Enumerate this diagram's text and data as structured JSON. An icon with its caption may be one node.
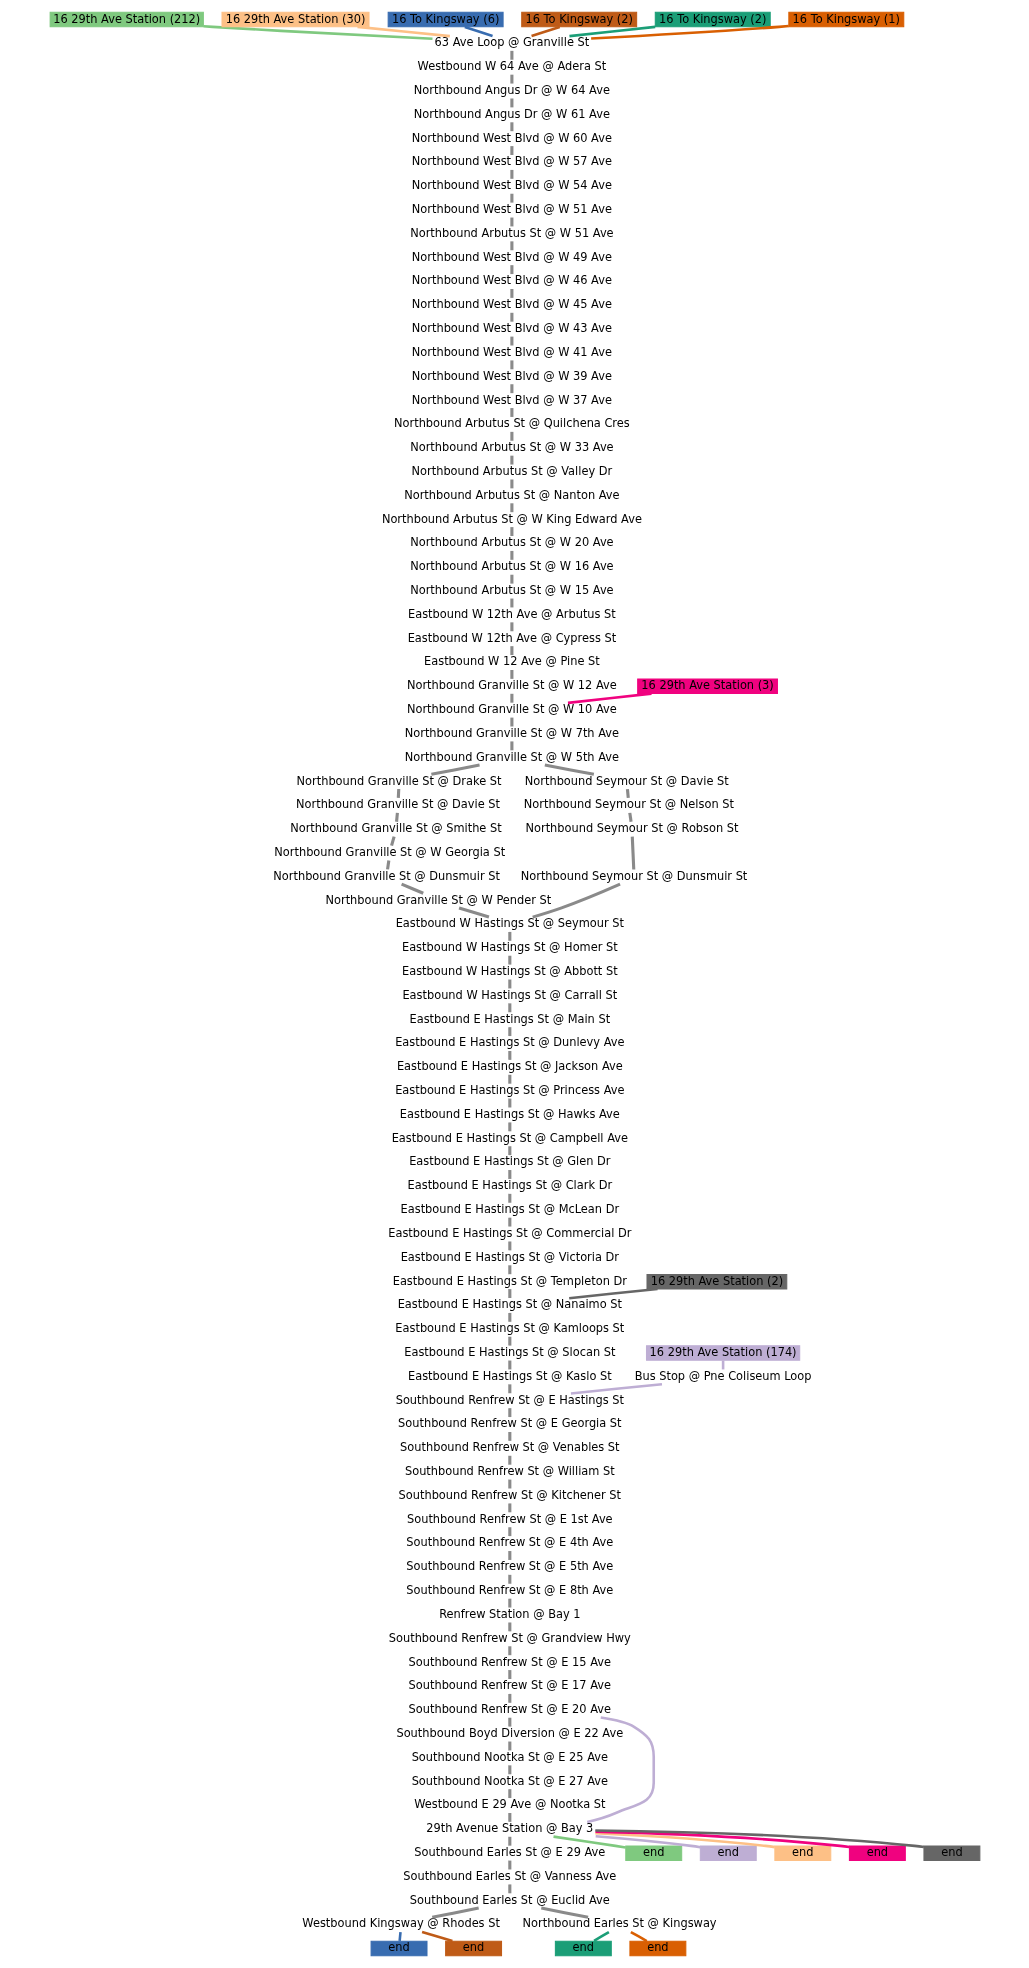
{
  "diagram": {
    "nodes": [
      {
        "text": [
          "16 29th Ave Station (212)"
        ]
      },
      {
        "text": [
          "16 29th Ave Station (30)"
        ]
      },
      {
        "text": [
          "16 To Kingsway (6)"
        ]
      },
      {
        "text": [
          "16 To Kingsway (2)"
        ]
      },
      {
        "text": [
          "16 To Kingsway (2)"
        ]
      },
      {
        "text": [
          "16 To Kingsway (1)"
        ]
      },
      {
        "text": [
          "63 Ave Loop @ Granville St"
        ]
      },
      {
        "text": [
          "Westbound W 64 Ave @ Adera St"
        ]
      },
      {
        "text": [
          "Northbound Angus Dr @ W 64 Ave"
        ]
      },
      {
        "text": [
          "Northbound Angus Dr @ W 61 Ave"
        ]
      },
      {
        "text": [
          "Northbound West Blvd @ W 60 Ave"
        ]
      },
      {
        "text": [
          "Northbound West Blvd @ W 57 Ave"
        ]
      },
      {
        "text": [
          "Northbound West Blvd @ W 54 Ave"
        ]
      },
      {
        "text": [
          "Northbound West Blvd @ W 51 Ave"
        ]
      },
      {
        "text": [
          "Northbound Arbutus St @ W 51 Ave"
        ]
      },
      {
        "text": [
          "Northbound West Blvd @ W 49 Ave"
        ]
      },
      {
        "text": [
          "Northbound West Blvd @ W 46 Ave"
        ]
      },
      {
        "text": [
          "Northbound West Blvd @ W 45 Ave"
        ]
      },
      {
        "text": [
          "Northbound West Blvd @ W 43 Ave"
        ]
      },
      {
        "text": [
          "Northbound West Blvd @ W 41 Ave"
        ]
      },
      {
        "text": [
          "Northbound West Blvd @ W 39 Ave"
        ]
      },
      {
        "text": [
          "Northbound West Blvd @ W 37 Ave"
        ]
      },
      {
        "text": [
          "Northbound Arbutus St @ Quilchena Cres"
        ]
      },
      {
        "text": [
          "Northbound Arbutus St @ W 33 Ave"
        ]
      },
      {
        "text": [
          "Northbound Arbutus St @ Valley Dr"
        ]
      },
      {
        "text": [
          "Northbound Arbutus St @ Nanton Ave"
        ]
      },
      {
        "text": [
          "Northbound Arbutus St @ W King Edward Ave"
        ]
      },
      {
        "text": [
          "Northbound Arbutus St @ W 20 Ave"
        ]
      },
      {
        "text": [
          "Northbound Arbutus St @ W 16 Ave"
        ]
      },
      {
        "text": [
          "Northbound Arbutus St @ W 15 Ave"
        ]
      },
      {
        "text": [
          "Eastbound W 12th Ave @ Arbutus St"
        ]
      },
      {
        "text": [
          "Eastbound W 12th Ave @ Cypress St"
        ]
      },
      {
        "text": [
          "Eastbound W 12 Ave @ Pine St"
        ]
      },
      {
        "text": [
          "Northbound Granville St @ W 12 Ave"
        ]
      },
      {
        "text": [
          "Northbound Granville St @ W 10 Ave"
        ]
      },
      {
        "text": [
          "Northbound Granville St @ W 7th Ave"
        ]
      },
      {
        "text": [
          "Northbound Granville St @ W 5th Ave"
        ]
      },
      {
        "text": [
          "Northbound Granville St @ Drake St"
        ]
      },
      {
        "text": [
          "Northbound Granville St @ Davie St"
        ]
      },
      {
        "text": [
          "Northbound Granville St @ Smithe St"
        ]
      },
      {
        "text": [
          "Northbound Granville St @ W Georgia St"
        ]
      },
      {
        "text": [
          "Northbound Granville St @ Dunsmuir St"
        ]
      },
      {
        "text": [
          "Northbound Granville St @ W Pender St"
        ]
      },
      {
        "text": [
          "Eastbound W Hastings St @ Seymour St"
        ]
      },
      {
        "text": [
          "Eastbound W Hastings St @ Homer St"
        ]
      },
      {
        "text": [
          "Eastbound W Hastings St @ Abbott St"
        ]
      },
      {
        "text": [
          "Eastbound W Hastings St @ Carrall St"
        ]
      },
      {
        "text": [
          "Eastbound E Hastings St @ Main St"
        ]
      },
      {
        "text": [
          "Eastbound E Hastings St @ Dunlevy Ave"
        ]
      },
      {
        "text": [
          "Eastbound E Hastings St @ Jackson Ave"
        ]
      },
      {
        "text": [
          "Eastbound E Hastings St @ Princess Ave"
        ]
      },
      {
        "text": [
          "Eastbound E Hastings St @ Hawks Ave"
        ]
      },
      {
        "text": [
          "Eastbound E Hastings St @ Campbell Ave"
        ]
      },
      {
        "text": [
          "Eastbound E Hastings St @ Glen Dr"
        ]
      },
      {
        "text": [
          "Eastbound E Hastings St @ Clark Dr"
        ]
      },
      {
        "text": [
          "Eastbound E Hastings St @ McLean Dr"
        ]
      },
      {
        "text": [
          "Eastbound E Hastings St @ Commercial Dr"
        ]
      },
      {
        "text": [
          "Eastbound E Hastings St @ Victoria Dr"
        ]
      },
      {
        "text": [
          "Eastbound E Hastings St @ Templeton Dr"
        ]
      },
      {
        "text": [
          "Eastbound E Hastings St @ Nanaimo St"
        ]
      },
      {
        "text": [
          "Eastbound E Hastings St @ Kamloops St"
        ]
      },
      {
        "text": [
          "Eastbound E Hastings St @ Slocan St"
        ]
      },
      {
        "text": [
          "Eastbound E Hastings St @ Kaslo St"
        ]
      },
      {
        "text": [
          "Southbound Renfrew St @ E Hastings St"
        ]
      },
      {
        "text": [
          "Southbound Renfrew St @ E Georgia St"
        ]
      },
      {
        "text": [
          "Southbound Renfrew St @ Venables St"
        ]
      },
      {
        "text": [
          "Southbound Renfrew St @ William St"
        ]
      },
      {
        "text": [
          "Southbound Renfrew St @ Kitchener St"
        ]
      },
      {
        "text": [
          "Southbound Renfrew St @ E 1st Ave"
        ]
      },
      {
        "text": [
          "Southbound Renfrew St @ E 4th Ave"
        ]
      },
      {
        "text": [
          "Southbound Renfrew St @ E 5th Ave"
        ]
      },
      {
        "text": [
          "Southbound Renfrew St @ E 8th Ave"
        ]
      },
      {
        "text": [
          "Renfrew Station @ Bay 1"
        ]
      },
      {
        "text": [
          "Southbound Renfrew St @ Grandview Hwy"
        ]
      },
      {
        "text": [
          "Southbound Renfrew St @ E 15 Ave"
        ]
      },
      {
        "text": [
          "Southbound Renfrew St @ E 17 Ave"
        ]
      },
      {
        "text": [
          "Southbound Renfrew St @ E 20 Ave"
        ]
      },
      {
        "text": [
          "Southbound Boyd Diversion @ E 22 Ave"
        ]
      },
      {
        "text": [
          "Southbound Nootka St @ E 25 Ave"
        ]
      },
      {
        "text": [
          "Southbound Nootka St @ E 27 Ave"
        ]
      },
      {
        "text": [
          "Westbound E 29 Ave @ Nootka St"
        ]
      },
      {
        "text": [
          "29th Avenue Station @ Bay 3"
        ]
      },
      {
        "text": [
          "Southbound Earles St @ E 29 Ave"
        ]
      },
      {
        "text": [
          "Southbound Earles St @ Vanness Ave"
        ]
      },
      {
        "text": [
          "Southbound Earles St @ Euclid Ave"
        ]
      },
      {
        "text": [
          "Westbound Kingsway @ Rhodes St"
        ]
      },
      {
        "text": [
          "Northbound Seymour St @ Davie St"
        ]
      },
      {
        "text": [
          "Northbound Seymour St @ Nelson St"
        ]
      },
      {
        "text": [
          "Northbound Seymour St @ Robson St"
        ]
      },
      {
        "text": [
          "Northbound Seymour St @ Dunsmuir St"
        ]
      },
      {
        "text": [
          "16 29th Ave Station (3)"
        ]
      },
      {
        "text": [
          "16 29th Ave Station (2)"
        ]
      },
      {
        "text": [
          "16 29th Ave Station (174)"
        ]
      },
      {
        "text": [
          "Bus Stop @ Pne Coliseum Loop"
        ]
      },
      {
        "text": [
          "Northbound Earles St @ Kingsway"
        ]
      },
      {
        "text": [
          "end"
        ]
      },
      {
        "text": [
          "end"
        ]
      },
      {
        "text": [
          "end"
        ]
      },
      {
        "text": [
          "end"
        ]
      },
      {
        "text": [
          "end"
        ]
      },
      {
        "text": [
          "end"
        ]
      },
      {
        "text": [
          "end"
        ]
      },
      {
        "text": [
          "end"
        ]
      },
      {
        "text": [
          "end"
        ]
      }
    ],
    "edges": [
      {
        "from": 0,
        "to": 6,
        "arrow": "none",
        "color": "#7fc97f"
      },
      {
        "from": 1,
        "to": 6,
        "arrow": "none",
        "color": "#fdc086"
      },
      {
        "from": 2,
        "to": 6,
        "arrow": "none",
        "color": "#386cb0"
      },
      {
        "from": 3,
        "to": 6,
        "arrow": "none",
        "color": "#bf5b17"
      },
      {
        "from": 4,
        "to": 6,
        "arrow": "none",
        "color": "#1b9e77"
      },
      {
        "from": 5,
        "to": 6,
        "arrow": "none",
        "color": "#d95f02"
      },
      {
        "from": 6,
        "to": 7,
        "arrow": "none"
      },
      {
        "from": 7,
        "to": 8,
        "arrow": "none"
      },
      {
        "from": 8,
        "to": 9,
        "arrow": "none"
      },
      {
        "from": 9,
        "to": 10,
        "arrow": "none"
      },
      {
        "from": 10,
        "to": 11,
        "arrow": "none"
      },
      {
        "from": 11,
        "to": 12,
        "arrow": "none"
      },
      {
        "from": 12,
        "to": 13,
        "arrow": "none"
      },
      {
        "from": 13,
        "to": 14,
        "arrow": "none"
      },
      {
        "from": 14,
        "to": 15,
        "arrow": "none"
      },
      {
        "from": 15,
        "to": 16,
        "arrow": "none"
      },
      {
        "from": 16,
        "to": 17,
        "arrow": "none"
      },
      {
        "from": 17,
        "to": 18,
        "arrow": "none"
      },
      {
        "from": 18,
        "to": 19,
        "arrow": "none"
      },
      {
        "from": 19,
        "to": 20,
        "arrow": "none"
      },
      {
        "from": 20,
        "to": 21,
        "arrow": "none"
      },
      {
        "from": 21,
        "to": 22,
        "arrow": "none"
      },
      {
        "from": 22,
        "to": 23,
        "arrow": "none"
      },
      {
        "from": 23,
        "to": 24,
        "arrow": "none"
      },
      {
        "from": 24,
        "to": 25,
        "arrow": "none"
      },
      {
        "from": 25,
        "to": 26,
        "arrow": "none"
      },
      {
        "from": 26,
        "to": 27,
        "arrow": "none"
      },
      {
        "from": 27,
        "to": 28,
        "arrow": "none"
      },
      {
        "from": 28,
        "to": 29,
        "arrow": "none"
      },
      {
        "from": 29,
        "to": 30,
        "arrow": "none"
      },
      {
        "from": 30,
        "to": 31,
        "arrow": "none"
      },
      {
        "from": 31,
        "to": 32,
        "arrow": "none"
      },
      {
        "from": 32,
        "to": 33,
        "arrow": "none"
      },
      {
        "from": 33,
        "to": 34,
        "arrow": "none"
      },
      {
        "from": 34,
        "to": 35,
        "arrow": "none"
      },
      {
        "from": 35,
        "to": 36,
        "arrow": "none"
      },
      {
        "from": 36,
        "to": 37,
        "arrow": "none"
      },
      {
        "from": 37,
        "to": 38,
        "arrow": "none"
      },
      {
        "from": 38,
        "to": 39,
        "arrow": "none"
      },
      {
        "from": 39,
        "to": 40,
        "arrow": "none"
      },
      {
        "from": 40,
        "to": 41,
        "arrow": "none"
      },
      {
        "from": 41,
        "to": 42,
        "arrow": "none"
      },
      {
        "from": 42,
        "to": 43,
        "arrow": "none"
      },
      {
        "from": 43,
        "to": 44,
        "arrow": "none"
      },
      {
        "from": 44,
        "to": 45,
        "arrow": "none"
      },
      {
        "from": 45,
        "to": 46,
        "arrow": "none"
      },
      {
        "from": 46,
        "to": 47,
        "arrow": "none"
      },
      {
        "from": 47,
        "to": 48,
        "arrow": "none"
      },
      {
        "from": 48,
        "to": 49,
        "arrow": "none"
      },
      {
        "from": 49,
        "to": 50,
        "arrow": "none"
      },
      {
        "from": 50,
        "to": 51,
        "arrow": "none"
      },
      {
        "from": 51,
        "to": 52,
        "arrow": "none"
      },
      {
        "from": 52,
        "to": 53,
        "arrow": "none"
      },
      {
        "from": 53,
        "to": 54,
        "arrow": "none"
      },
      {
        "from": 54,
        "to": 55,
        "arrow": "none"
      },
      {
        "from": 55,
        "to": 56,
        "arrow": "none"
      },
      {
        "from": 56,
        "to": 57,
        "arrow": "none"
      },
      {
        "from": 57,
        "to": 58,
        "arrow": "none"
      },
      {
        "from": 58,
        "to": 59,
        "arrow": "none"
      },
      {
        "from": 59,
        "to": 60,
        "arrow": "none"
      },
      {
        "from": 60,
        "to": 61,
        "arrow": "none"
      },
      {
        "from": 61,
        "to": 62,
        "arrow": "none"
      },
      {
        "from": 62,
        "to": 63,
        "arrow": "none"
      },
      {
        "from": 63,
        "to": 64,
        "arrow": "none"
      },
      {
        "from": 64,
        "to": 65,
        "arrow": "none"
      },
      {
        "from": 65,
        "to": 66,
        "arrow": "none"
      },
      {
        "from": 66,
        "to": 67,
        "arrow": "none"
      },
      {
        "from": 67,
        "to": 68,
        "arrow": "none"
      },
      {
        "from": 68,
        "to": 69,
        "arrow": "none"
      },
      {
        "from": 69,
        "to": 70,
        "arrow": "none"
      },
      {
        "from": 70,
        "to": 71,
        "arrow": "none"
      },
      {
        "from": 71,
        "to": 72,
        "arrow": "none"
      },
      {
        "from": 72,
        "to": 73,
        "arrow": "none"
      },
      {
        "from": 73,
        "to": 74,
        "arrow": "none"
      },
      {
        "from": 74,
        "to": 75,
        "arrow": "none"
      },
      {
        "from": 75,
        "to": 76,
        "arrow": "none"
      },
      {
        "from": 76,
        "to": 77,
        "arrow": "none"
      },
      {
        "from": 77,
        "to": 78,
        "arrow": "none"
      },
      {
        "from": 78,
        "to": 79,
        "arrow": "none"
      },
      {
        "from": 79,
        "to": 80,
        "arrow": "none"
      },
      {
        "from": 80,
        "to": 81,
        "arrow": "none"
      },
      {
        "from": 81,
        "to": 82,
        "arrow": "none"
      },
      {
        "from": 82,
        "to": 83,
        "arrow": "none"
      },
      {
        "from": 83,
        "to": 84,
        "arrow": "none"
      },
      {
        "from": 84,
        "to": 85,
        "arrow": "none"
      },
      {
        "from": 36,
        "to": 86,
        "arrow": "none"
      },
      {
        "from": 86,
        "to": 87,
        "arrow": "none"
      },
      {
        "from": 87,
        "to": 88,
        "arrow": "none"
      },
      {
        "from": 88,
        "to": 89,
        "arrow": "none"
      },
      {
        "from": 89,
        "to": 43,
        "arrow": "none"
      },
      {
        "from": 90,
        "to": 34,
        "arrow": "none",
        "color": "#f0027f"
      },
      {
        "from": 91,
        "to": 59,
        "arrow": "none",
        "color": "#666666"
      },
      {
        "from": 92,
        "to": 93,
        "arrow": "none",
        "color": "#beaed4"
      },
      {
        "from": 93,
        "to": 63,
        "arrow": "none",
        "color": "#beaed4"
      },
      {
        "from": 76,
        "to": 81,
        "arrow": "none",
        "color": "#beaed4"
      },
      {
        "from": 81,
        "to": 95,
        "arrow": "none",
        "color": "#7fc97f"
      },
      {
        "from": 81,
        "to": 96,
        "arrow": "none",
        "color": "#beaed4"
      },
      {
        "from": 81,
        "to": 97,
        "arrow": "none",
        "color": "#fdc086"
      },
      {
        "from": 81,
        "to": 98,
        "arrow": "none",
        "color": "#f0027f"
      },
      {
        "from": 81,
        "to": 99,
        "arrow": "none",
        "color": "#666666"
      },
      {
        "from": 84,
        "to": 94,
        "arrow": "none"
      },
      {
        "from": 85,
        "to": 100,
        "arrow": "none",
        "color": "#386cb0"
      },
      {
        "from": 85,
        "to": 101,
        "arrow": "none",
        "color": "#bf5b17"
      },
      {
        "from": 94,
        "to": 102,
        "arrow": "none",
        "color": "#1b9e77"
      },
      {
        "from": 94,
        "to": 103,
        "arrow": "none",
        "color": "#d95f02"
      }
    ]
  }
}
